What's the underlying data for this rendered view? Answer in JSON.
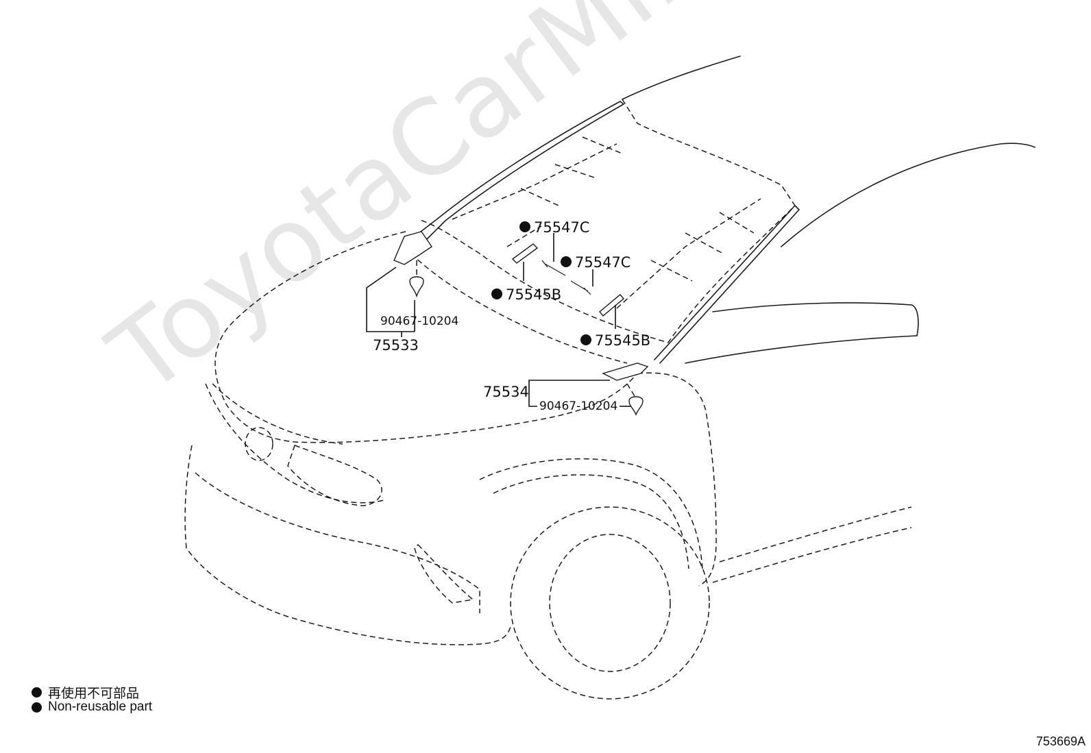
{
  "watermark": "ToyotaCarMine.ru",
  "callouts": {
    "p75547c_top": "75547C",
    "p75547c_mid": "75547C",
    "p75545b_left": "75545B",
    "p75545b_right": "75545B",
    "clip_left": "90467-10204",
    "assy_left": "75533",
    "assy_right": "75534",
    "clip_right": "90467-10204"
  },
  "legend": {
    "jp": "再使用不可部品",
    "en": "Non-reusable part"
  },
  "diagram_id": "753669A",
  "colors": {
    "line": "#1a1a1a",
    "watermark": "#e6e6e6",
    "background": "#ffffff"
  }
}
